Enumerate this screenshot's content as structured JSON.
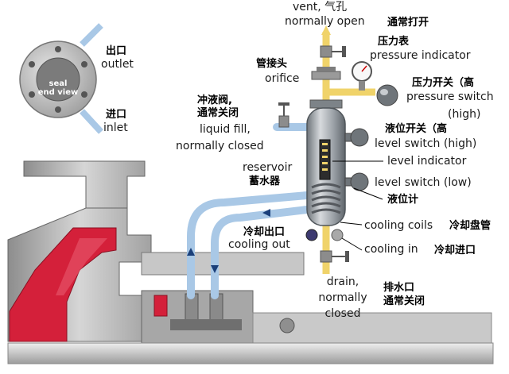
{
  "seal_view": {
    "line1": "seal",
    "line2": "end view",
    "outlet_zh": "出口",
    "outlet_en": "outlet",
    "inlet_zh": "进口",
    "inlet_en": "inlet"
  },
  "labels": {
    "vent_en": "vent, 气孔",
    "normally_open_en": "normally open",
    "normally_open_zh": "通常打开",
    "orifice_zh": "管接头",
    "orifice_en": "orifice",
    "pressure_indicator_zh": "压力表",
    "pressure_indicator_en": "pressure indicator",
    "pressure_switch_zh": "压力开关（高",
    "pressure_switch_en": "pressure switch",
    "pressure_switch_high": "(high)",
    "liquid_fill_zh1": "冲液阀,",
    "liquid_fill_zh2": "通常关闭",
    "liquid_fill_en1": "liquid fill,",
    "liquid_fill_en2": "normally closed",
    "level_switch_high_zh": "液位开关（高",
    "level_switch_high_en": "level switch (high)",
    "reservoir_en": "reservoir",
    "reservoir_zh": "蓄水器",
    "level_indicator_en": "level indicator",
    "level_switch_low_en": "level switch (low)",
    "level_indicator_zh": "液位计",
    "cooling_out_zh": "冷却出口",
    "cooling_out_en": "cooling out",
    "cooling_coils_en": "cooling coils",
    "cooling_coils_zh": "冷却盘管",
    "cooling_in_en": "cooling in",
    "cooling_in_zh": "冷却进口",
    "drain_en1": "drain,",
    "drain_en2": "normally",
    "drain_en3": "closed",
    "drain_zh1": "排水口",
    "drain_zh2": "通常关闭"
  },
  "colors": {
    "pump_gray": "#bdbdbd",
    "pump_red": "#d4203a",
    "pipe_blue": "#a9c8e6",
    "pipe_yellow": "#f0d36a",
    "vessel": "#9aa0a6"
  }
}
